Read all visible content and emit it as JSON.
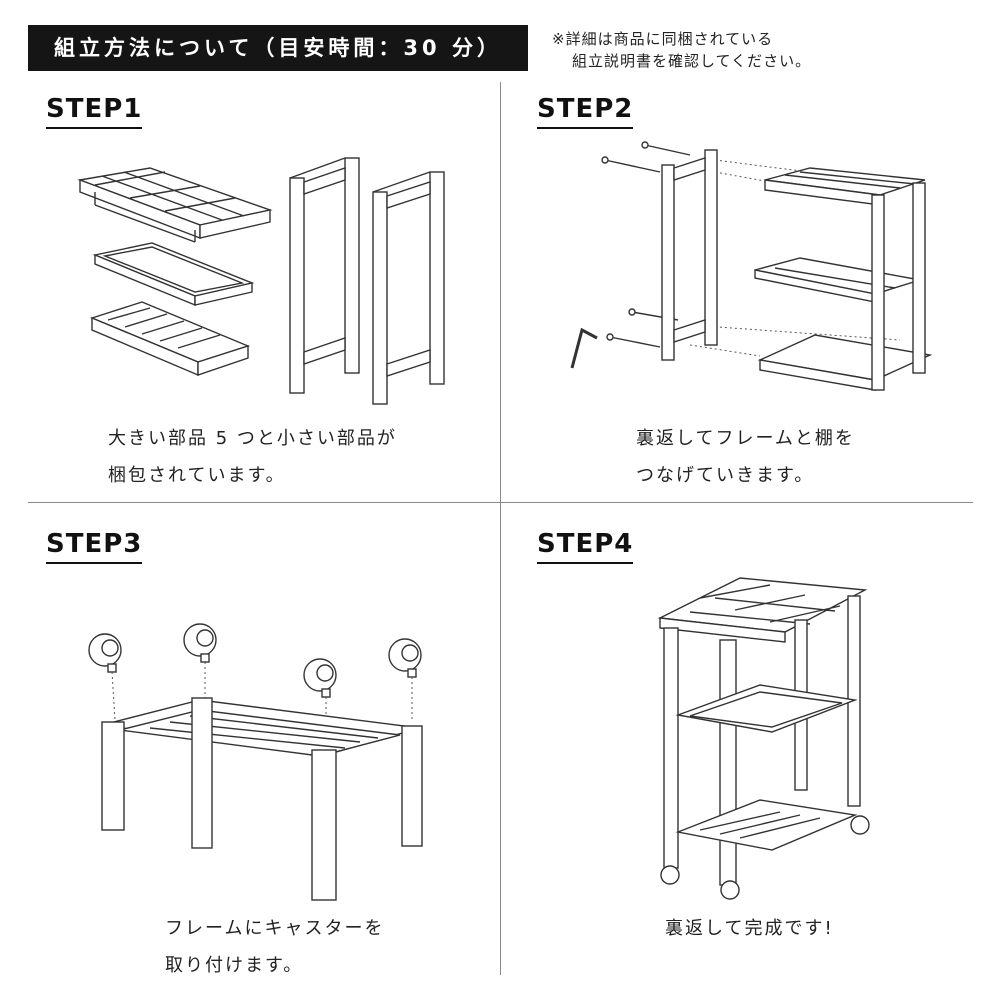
{
  "header": {
    "title": "組立方法について（目安時間：30 分）",
    "note_line1": "※詳細は商品に同梱されている",
    "note_line2": "組立説明書を確認してください。"
  },
  "steps": [
    {
      "label": "STEP1",
      "line1": "大きい部品 5 つと小さい部品が",
      "line2": "梱包されています。"
    },
    {
      "label": "STEP2",
      "line1": "裏返してフレームと棚を",
      "line2": "つなげていきます。"
    },
    {
      "label": "STEP3",
      "line1": "フレームにキャスターを",
      "line2": "取り付けます。"
    },
    {
      "label": "STEP4",
      "line1": "裏返して完成です!",
      "line2": ""
    }
  ]
}
